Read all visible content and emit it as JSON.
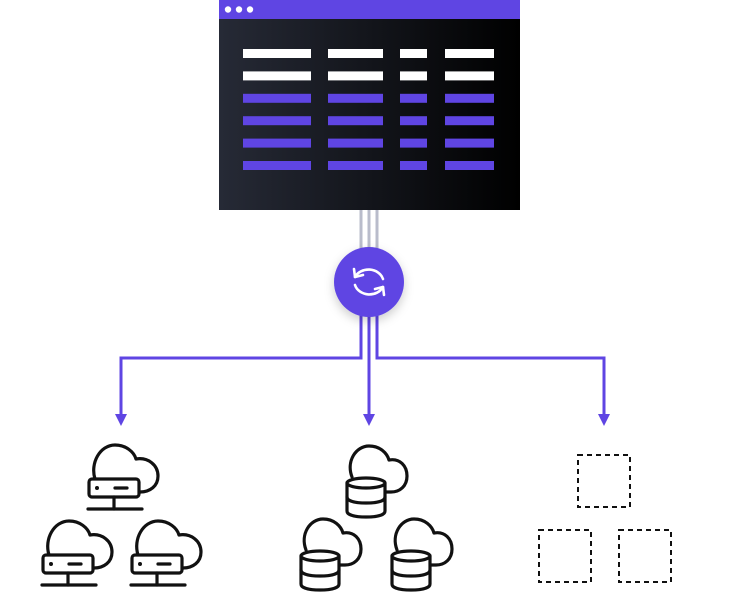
{
  "colors": {
    "accent": "#5f45e3",
    "window_dark_left": "#262a36",
    "window_dark_right": "#000000",
    "connector_gray": "#b9bccb",
    "icon_stroke": "#111111",
    "white": "#ffffff"
  },
  "window": {
    "title_dots": 3,
    "header_rows": 2,
    "data_rows": 4,
    "columns": 4
  },
  "hub": {
    "icon": "sync-icon"
  },
  "targets": [
    {
      "icon": "cloud-server-icon",
      "count": 3
    },
    {
      "icon": "cloud-database-icon",
      "count": 3
    },
    {
      "icon": "dashed-placeholder-icon",
      "count": 3
    }
  ]
}
